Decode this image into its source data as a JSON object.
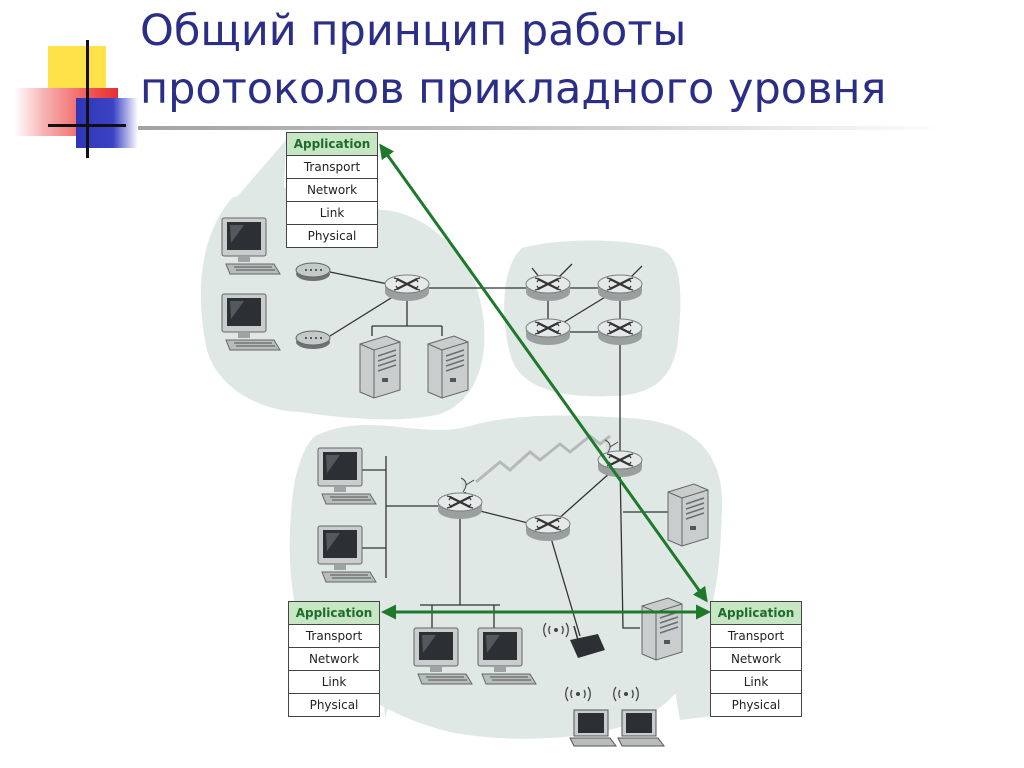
{
  "slide": {
    "title_line1": "Общий принцип работы",
    "title_line2": "протоколов прикладного уровня"
  },
  "stacks": [
    {
      "layers": [
        "Application",
        "Transport",
        "Network",
        "Link",
        "Physical"
      ]
    },
    {
      "layers": [
        "Application",
        "Transport",
        "Network",
        "Link",
        "Physical"
      ]
    },
    {
      "layers": [
        "Application",
        "Transport",
        "Network",
        "Link",
        "Physical"
      ]
    }
  ],
  "colors": {
    "title": "#2b2e87",
    "arrow": "#1e7a2a",
    "cloud": "#dfe8e4",
    "application_fill": "#c6e6c4"
  }
}
